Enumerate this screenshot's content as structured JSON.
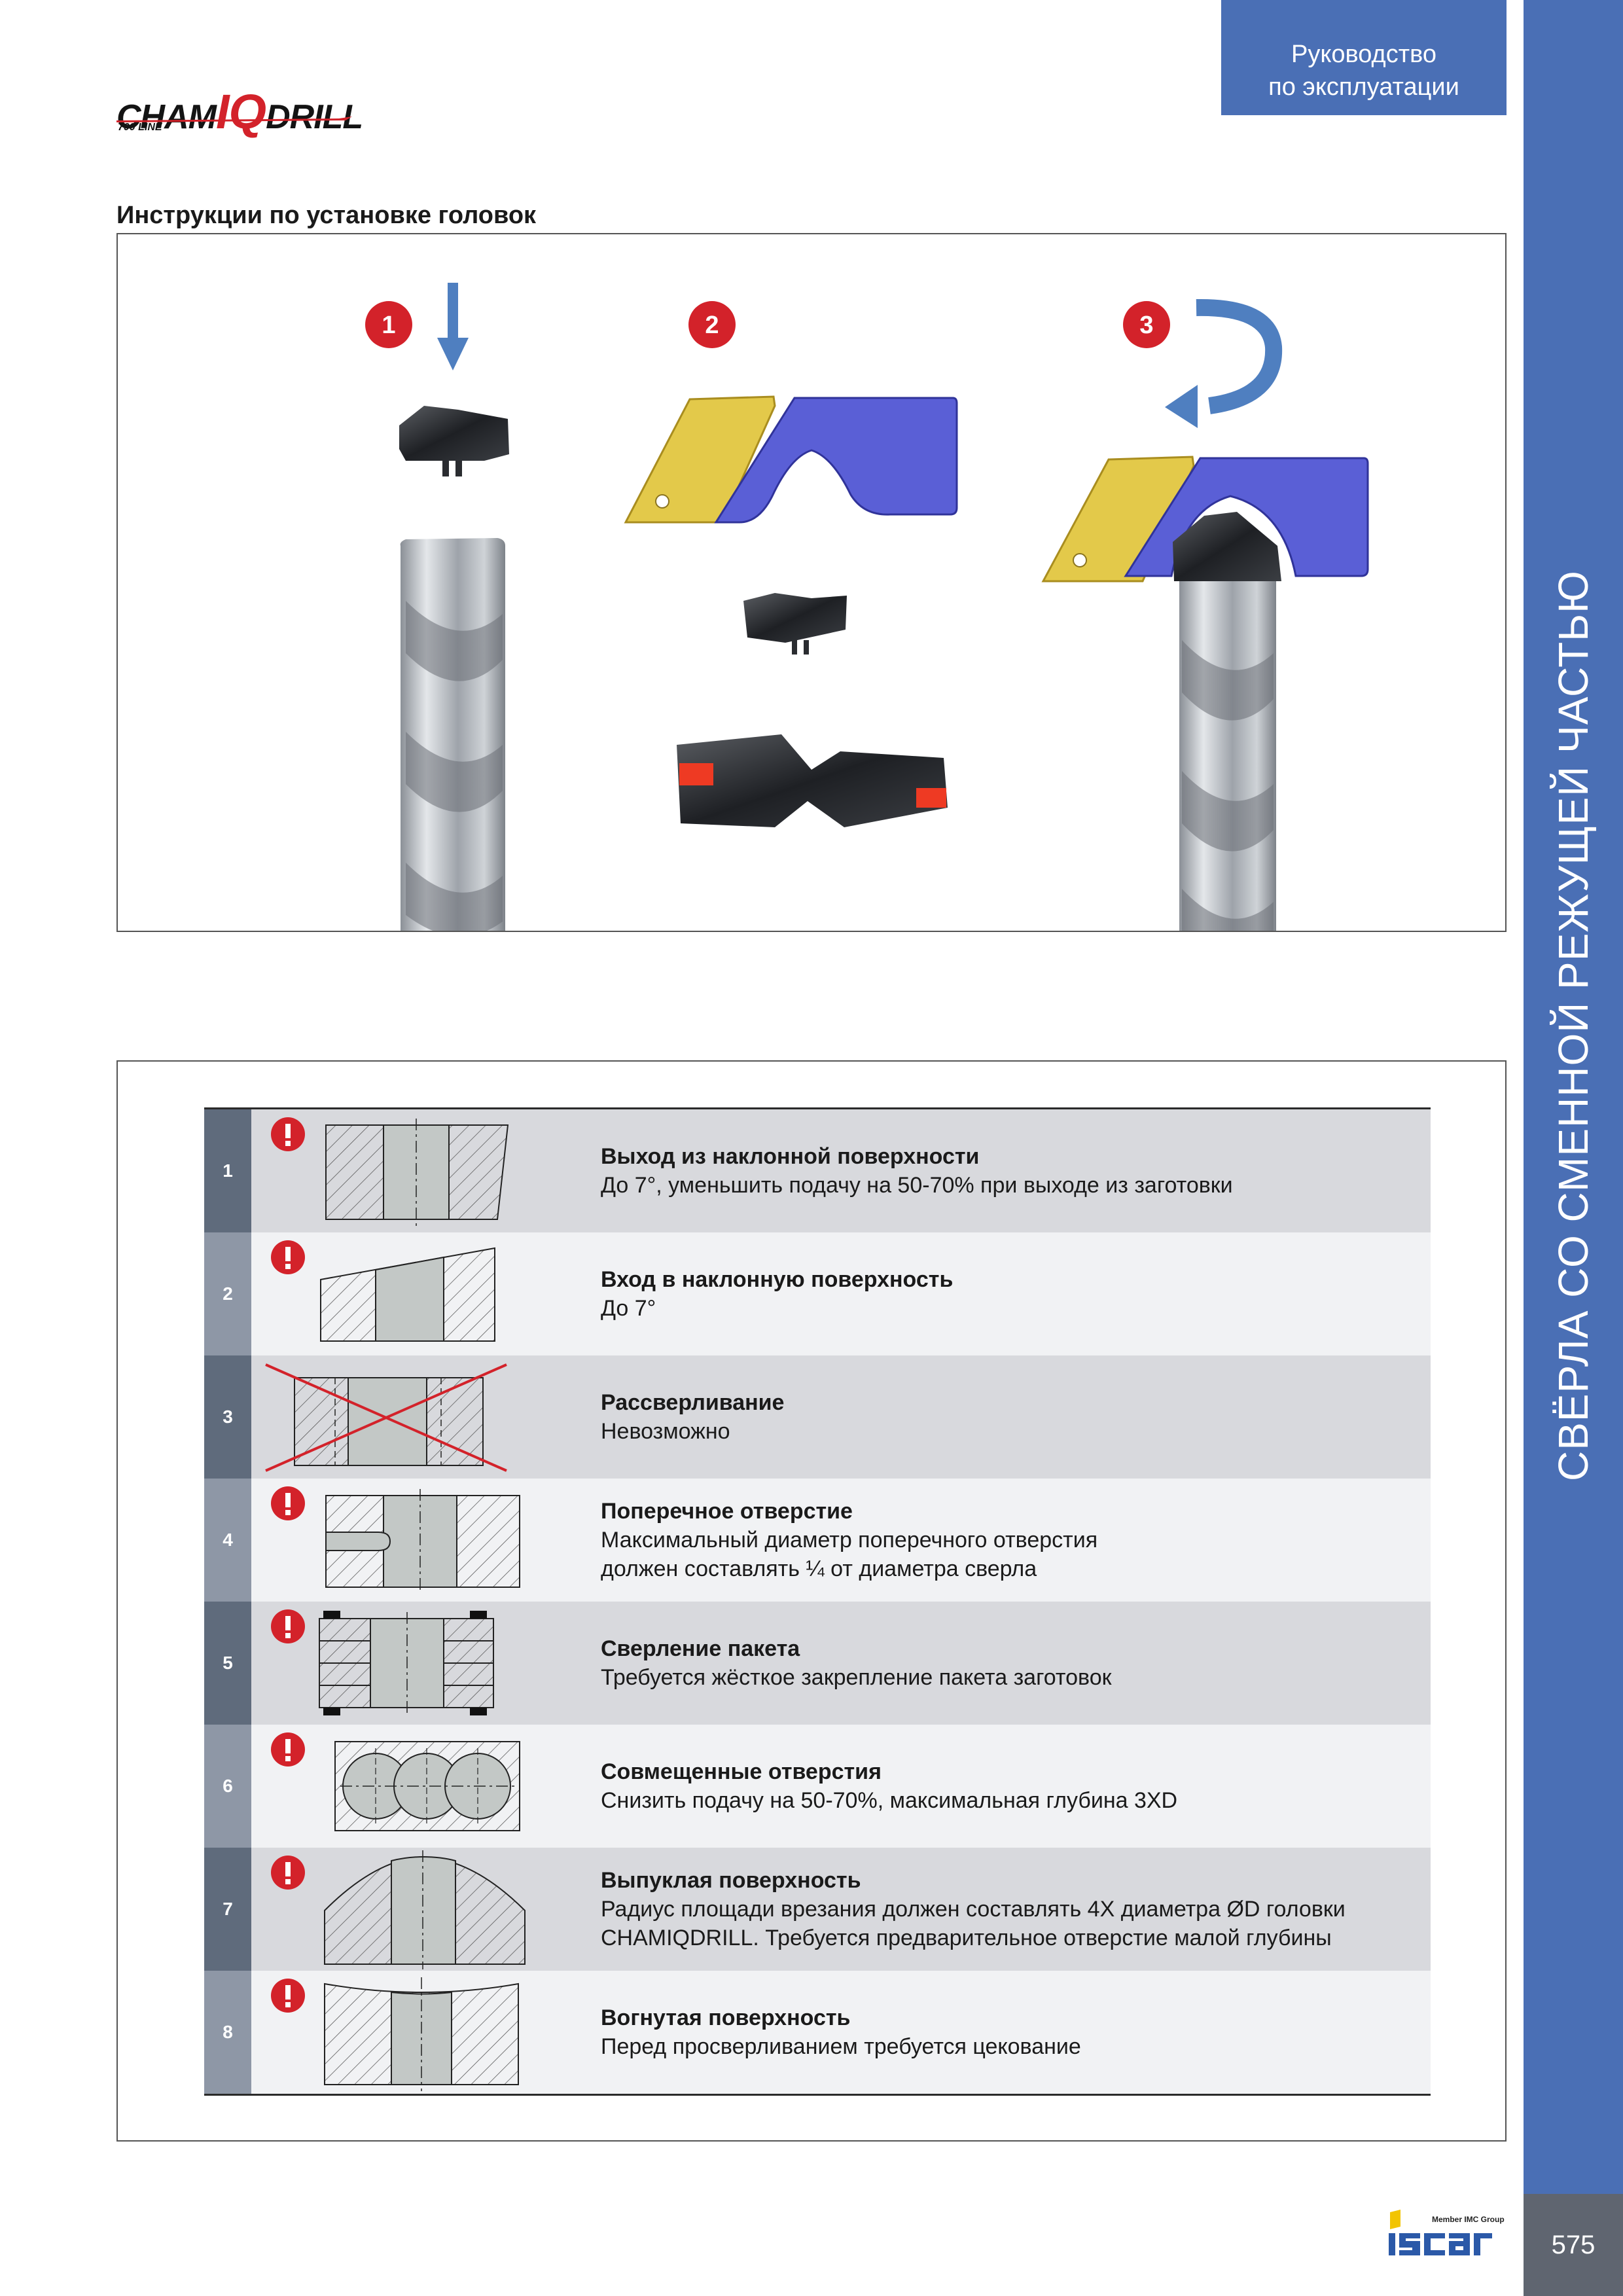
{
  "header": {
    "logo_text": "CHAMIQDRILL",
    "logo_sub": "700 LINE",
    "guide_line1": "Руководство",
    "guide_line2": "по эксплуатации"
  },
  "side_title": "СВЁРЛА СО СМЕННОЙ РЕЖУЩЕЙ ЧАСТЬЮ",
  "page_number": "575",
  "footer": {
    "brand": "iscar",
    "member": "Member IMC Group"
  },
  "install": {
    "title": "Инструкции по установке головок",
    "steps": [
      "1",
      "2",
      "3"
    ]
  },
  "colors": {
    "accent_blue": "#4a6fb5",
    "warning_red": "#d3222a",
    "key_yellow": "#e3c94a",
    "key_blue": "#5a5fd6"
  },
  "conditions": [
    {
      "num": "1",
      "title": "Выход из наклонной поверхности",
      "desc": "До 7°, уменьшить подачу на 50-70% при выходе из заготовки",
      "icon": "warning-icon"
    },
    {
      "num": "2",
      "title": "Вход в наклонную поверхность",
      "desc": "До 7°",
      "icon": "warning-icon"
    },
    {
      "num": "3",
      "title": "Рассверливание",
      "desc": "Невозможно",
      "icon": "cross-icon"
    },
    {
      "num": "4",
      "title": "Поперечное отверстие",
      "desc": "Максимальный диаметр поперечного отверстия\nдолжен составлять ¼ от диаметра сверла",
      "icon": "warning-icon"
    },
    {
      "num": "5",
      "title": "Сверление пакета",
      "desc": "Требуется жёсткое закрепление пакета заготовок",
      "icon": "warning-icon"
    },
    {
      "num": "6",
      "title": "Совмещенные отверстия",
      "desc": "Снизить подачу на 50-70%, максимальная глубина 3XD",
      "icon": "warning-icon"
    },
    {
      "num": "7",
      "title": "Выпуклая поверхность",
      "desc": "Радиус площади врезания должен составлять 4X диаметра ØD головки\nCHAMIQDRILL. Требуется предварительное отверстие малой глубины",
      "icon": "warning-icon"
    },
    {
      "num": "8",
      "title": "Вогнутая поверхность",
      "desc": "Перед просверливанием требуется цекование",
      "icon": "warning-icon"
    }
  ]
}
